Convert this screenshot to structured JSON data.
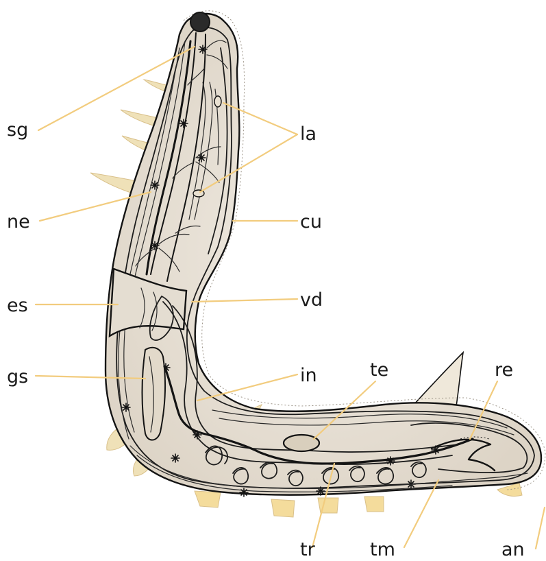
{
  "labels": {
    "sg": "sg",
    "la": "la",
    "ne": "ne",
    "cu": "cu",
    "es": "es",
    "vd": "vd",
    "gs": "gs",
    "in": "in",
    "te": "te",
    "re": "re",
    "tr": "tr",
    "tm": "tm",
    "an": "an"
  },
  "colors": {
    "leader": "#f2cc7e",
    "body_fill": "#ece6dc",
    "spine_fill": "#efe1b8",
    "ink": "#141414"
  }
}
